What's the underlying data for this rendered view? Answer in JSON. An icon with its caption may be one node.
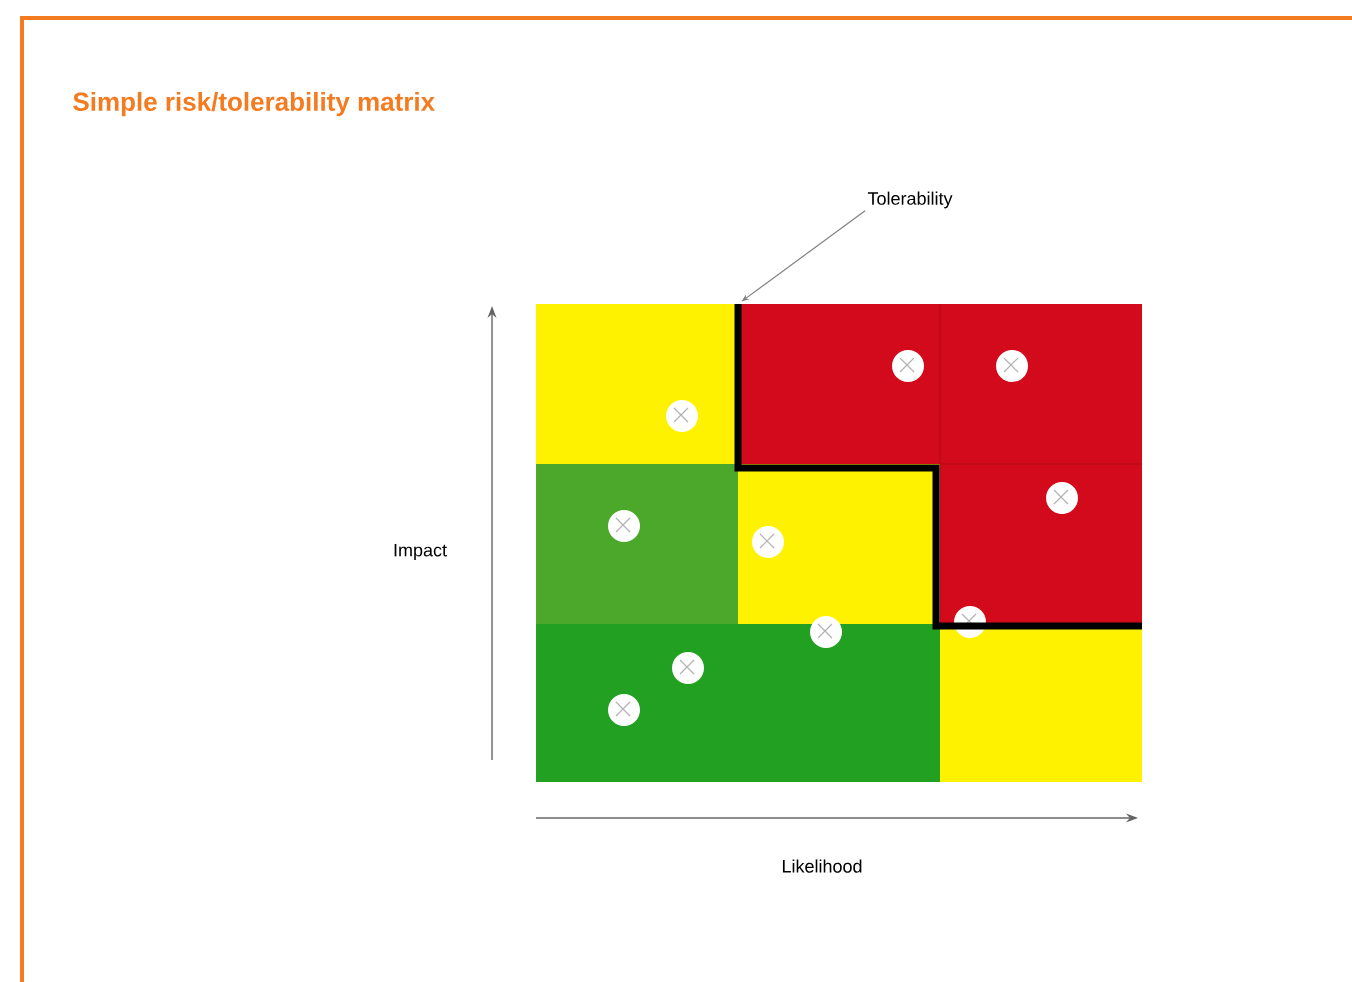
{
  "diagram": {
    "title": "Simple risk/tolerability matrix",
    "nodes": [
      {
        "text": [
          "Tolerability"
        ]
      },
      {
        "text": [],
        "shape": "line"
      }
    ],
    "edges": [
      {
        "from": 0,
        "to": 1,
        "arrow": "to"
      }
    ],
    "labels": [
      "Impact",
      "Likelihood"
    ]
  }
}
